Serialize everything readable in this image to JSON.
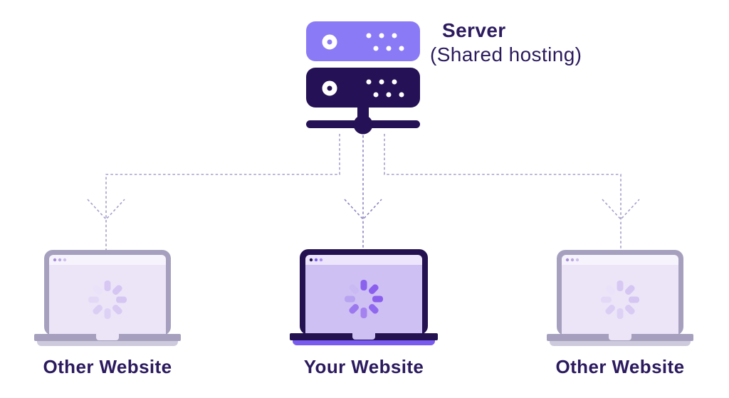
{
  "diagram": {
    "server": {
      "title": "Server",
      "subtitle": "(Shared hosting)"
    },
    "laptops": [
      {
        "label": "Other Website"
      },
      {
        "label": "Your Website"
      },
      {
        "label": "Other Website"
      }
    ]
  },
  "icons": {
    "server": "server-stack-icon",
    "laptop_muted": "laptop-icon",
    "laptop_highlight": "laptop-icon",
    "spinner": "loading-spinner-icon",
    "arrow": "arrow-down-dashed-icon"
  },
  "palette": {
    "background": "#FFFFFF",
    "accent_purple": "#8B7AF6",
    "dark_navy": "#251155",
    "text_dark_purple": "#2B1A5E",
    "connector_line": "#A6A0CA",
    "connector_line_center": "#8E86C2",
    "muted_laptop_frame": "#A6A0BE",
    "muted_laptop_titlebar": "#F7F3FD",
    "muted_laptop_body": "#ECE5F8",
    "muted_laptop_base_strip": "#CECADD",
    "highlight_laptop_frame": "#231150",
    "highlight_laptop_titlebar": "#ECE5FB",
    "highlight_laptop_body": "#CFC0F3",
    "highlight_laptop_base_strip": "#7A5BF0"
  }
}
